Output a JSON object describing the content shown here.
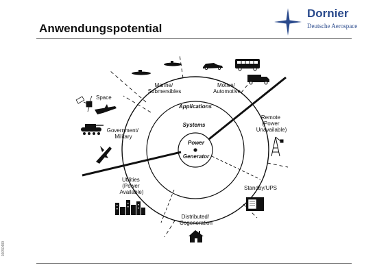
{
  "slide": {
    "title": "Anwendungspotential",
    "side_code": "03050489"
  },
  "logo": {
    "name": "Dornier",
    "subtitle": "Deutsche Aerospace",
    "color": "#2a4a8c"
  },
  "rings": {
    "applications": "Applications",
    "systems": "Systems",
    "center_line1": "Power",
    "center_line2": "Generator"
  },
  "sectors": {
    "marine": [
      "Marine/",
      "Submersibles"
    ],
    "motive": [
      "Motive/",
      "Automotive"
    ],
    "space": [
      "Space"
    ],
    "government": [
      "Government/",
      "Military"
    ],
    "remote": [
      "Remote",
      "(Power",
      "Unavailable)"
    ],
    "utilities": [
      "Utilities",
      "(Power",
      "Available)"
    ],
    "standby": [
      "Standby/UPS"
    ],
    "distributed": [
      "Distributed/",
      "Cogeneration"
    ]
  },
  "icons": {
    "submarines": "submarine-icon",
    "car": "car-icon",
    "bus": "bus-icon",
    "truck": "truck-icon",
    "satellite": "satellite-icon",
    "shuttle": "space-shuttle-icon",
    "tank": "tank-icon",
    "jet": "jet-icon",
    "tower": "radio-tower-icon",
    "city": "city-skyline-icon",
    "ups": "ups-cabinet-icon",
    "house": "house-icon"
  }
}
